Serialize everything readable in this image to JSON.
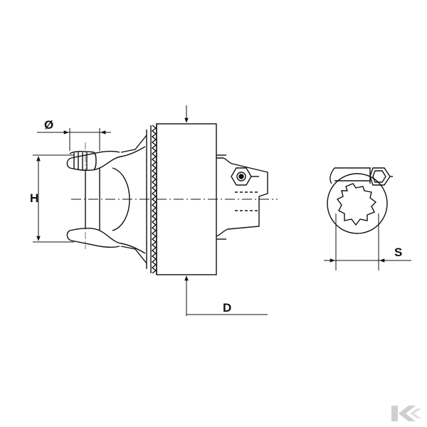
{
  "labels": {
    "diameter": "Ø",
    "height": "H",
    "depth": "D",
    "shaft": "S"
  },
  "colors": {
    "line": "#111111",
    "background": "#ffffff",
    "logo": "#cfcfcf"
  },
  "logo": {
    "text": "K"
  }
}
